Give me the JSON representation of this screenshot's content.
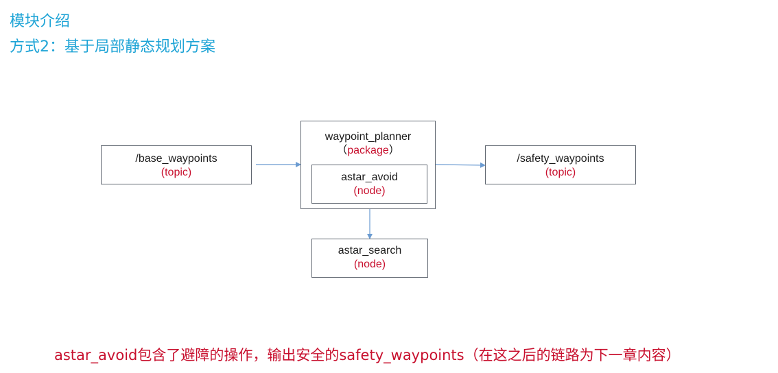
{
  "header": {
    "title": "模块介绍",
    "subtitle": "方式2：基于局部静态规划方案"
  },
  "diagram": {
    "base_topic": {
      "name": "/base_waypoints",
      "kind": "topic"
    },
    "planner_package": {
      "name": "waypoint_planner",
      "kind": "package"
    },
    "avoid_node": {
      "name": "astar_avoid",
      "kind": "node"
    },
    "search_node": {
      "name": "astar_search",
      "kind": "node"
    },
    "safety_topic": {
      "name": "/safety_waypoints",
      "kind": "topic"
    }
  },
  "footer": {
    "note": "astar_avoid包含了避障的操作，输出安全的safety_waypoints（在这之后的链路为下一章内容）"
  },
  "colors": {
    "title": "#1fa4d6",
    "kind_label": "#c8102e",
    "arrow": "#6b9bd1",
    "border": "#5f6670"
  }
}
